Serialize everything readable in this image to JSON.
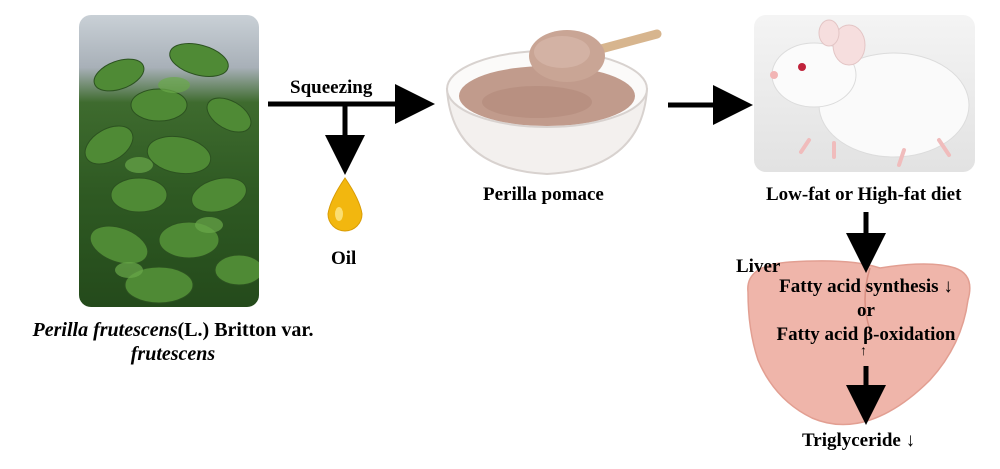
{
  "plant": {
    "species_italic": "Perilla frutescens",
    "species_rest": "(L.) Britton var.",
    "variety_italic": "frutescens"
  },
  "process": {
    "squeezing": "Squeezing",
    "oil": "Oil",
    "pomace": "Perilla pomace"
  },
  "diet": "Low-fat or High-fat diet",
  "liver": {
    "label": "Liver",
    "synthesis": "Fatty acid synthesis ↓",
    "or": "or",
    "oxidation": "Fatty acid β-oxidation",
    "oxidation_arrow": "↑",
    "triglyceride": "Triglyceride ↓"
  },
  "colors": {
    "oil": "#f2b70f",
    "liver": "#efb2a6",
    "arrow": "#000000"
  }
}
